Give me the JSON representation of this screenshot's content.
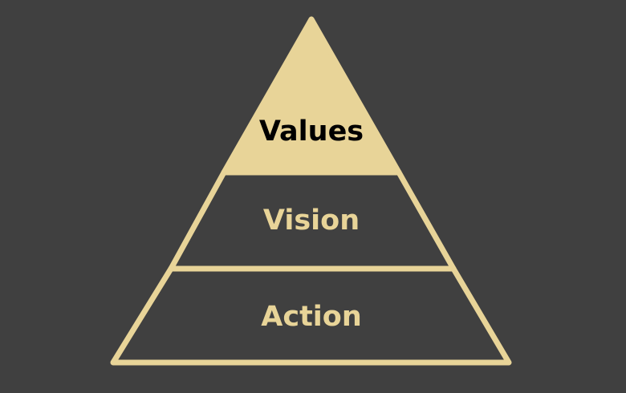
{
  "colors": {
    "background": "#404040",
    "accent": "#E8D498",
    "top_text": "#000000",
    "tier_text": "#E8D498"
  },
  "pyramid": {
    "tiers": [
      {
        "label": "Values",
        "filled": true
      },
      {
        "label": "Vision",
        "filled": false
      },
      {
        "label": "Action",
        "filled": false
      }
    ]
  }
}
